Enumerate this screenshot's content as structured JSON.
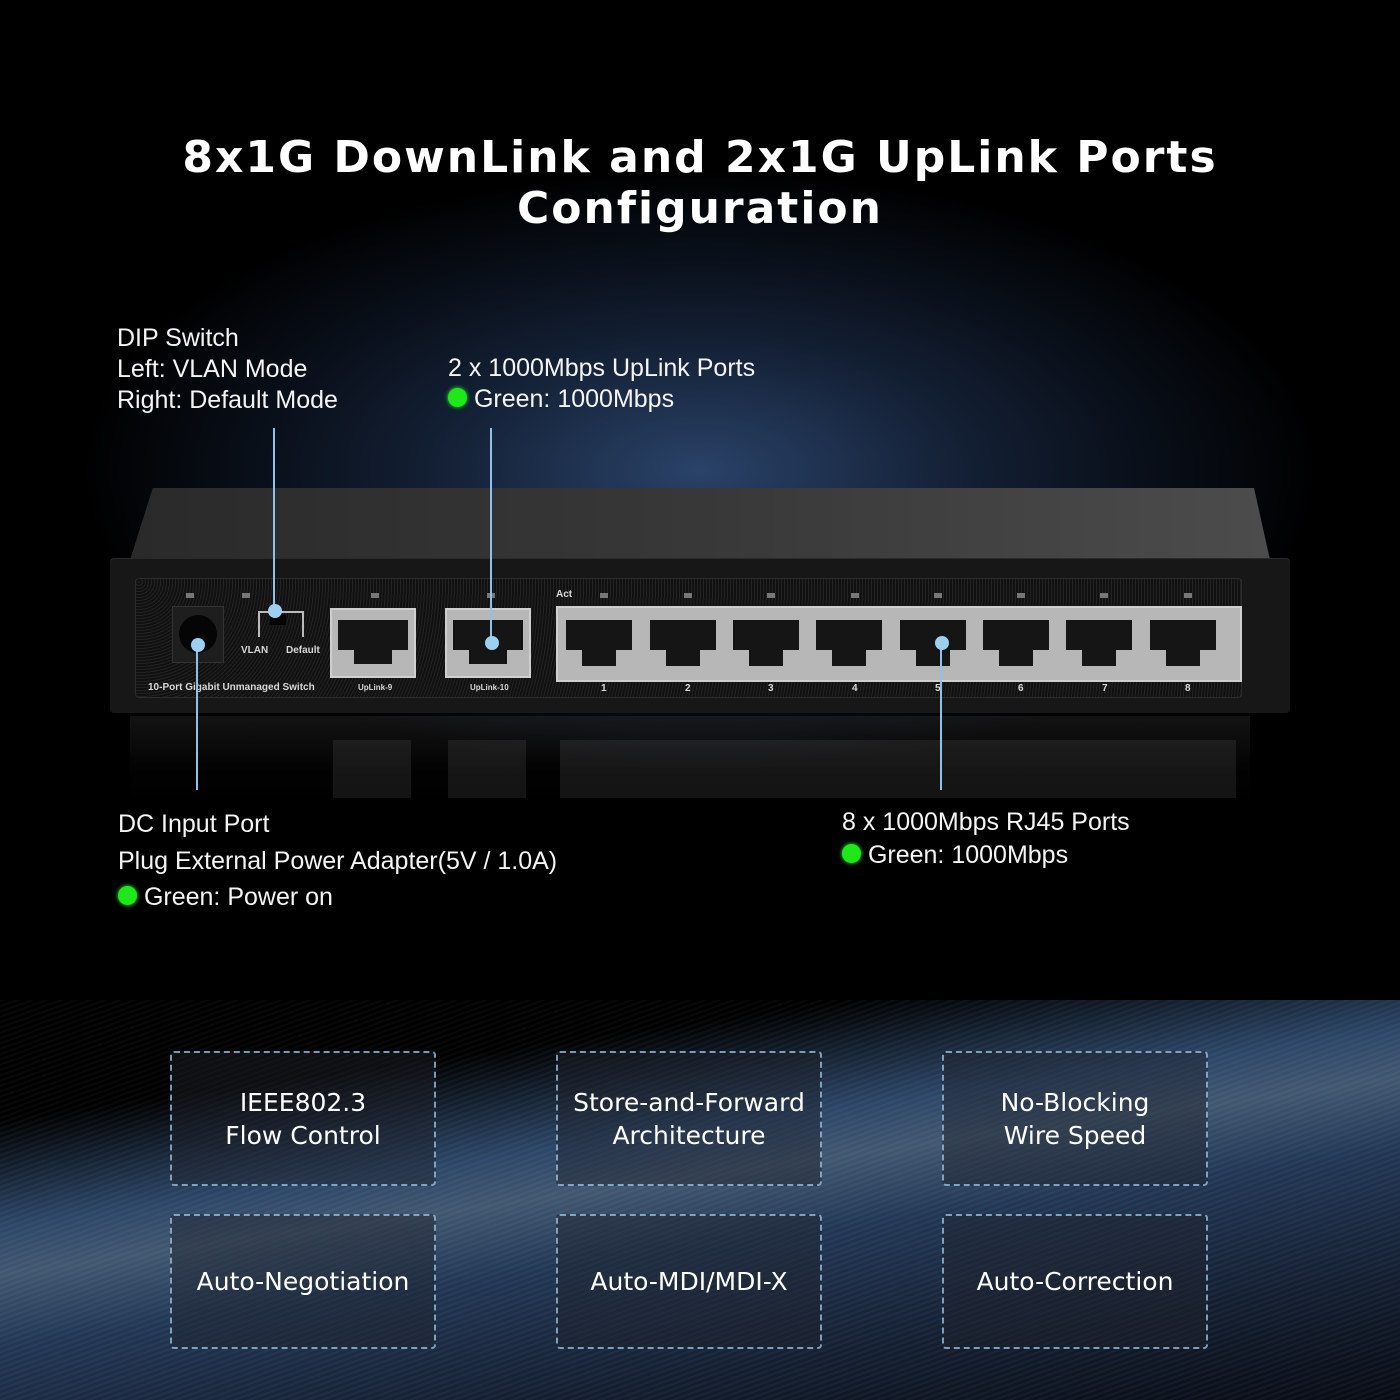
{
  "title": "8x1G DownLink and 2x1G UpLink Ports Configuration",
  "colors": {
    "led_green": "#1fe81a",
    "leader_line": "#8fc2ea",
    "background": "#000000",
    "glow": "#2c466e"
  },
  "callouts": {
    "dip_switch": {
      "lines": [
        "DIP Switch",
        "Left: VLAN Mode",
        "Right: Default Mode"
      ]
    },
    "uplink_ports": {
      "heading": "2 x 1000Mbps UpLink Ports",
      "led_label": "Green: 1000Mbps"
    },
    "dc_input": {
      "heading": "DC Input Port",
      "detail": "Plug External Power Adapter(5V / 1.0A)",
      "led_label": "Green: Power on"
    },
    "rj45_ports": {
      "heading": "8 x 1000Mbps RJ45 Ports",
      "led_label": "Green: 1000Mbps"
    }
  },
  "device": {
    "model_label": "10-Port Gigabit Unmanaged Switch",
    "dip_left": "VLAN",
    "dip_right": "Default",
    "act_label": "Act",
    "uplink_ports": [
      "UpLink-9",
      "UpLink-10"
    ],
    "downlink_ports": [
      "1",
      "2",
      "3",
      "4",
      "5",
      "6",
      "7",
      "8"
    ]
  },
  "features": [
    {
      "line1": "IEEE802.3",
      "line2": "Flow Control"
    },
    {
      "line1": "Store-and-Forward",
      "line2": "Architecture"
    },
    {
      "line1": "No-Blocking",
      "line2": "Wire Speed"
    },
    {
      "line1": "Auto-Negotiation",
      "line2": ""
    },
    {
      "line1": "Auto-MDI/MDI-X",
      "line2": ""
    },
    {
      "line1": "Auto-Correction",
      "line2": ""
    }
  ]
}
